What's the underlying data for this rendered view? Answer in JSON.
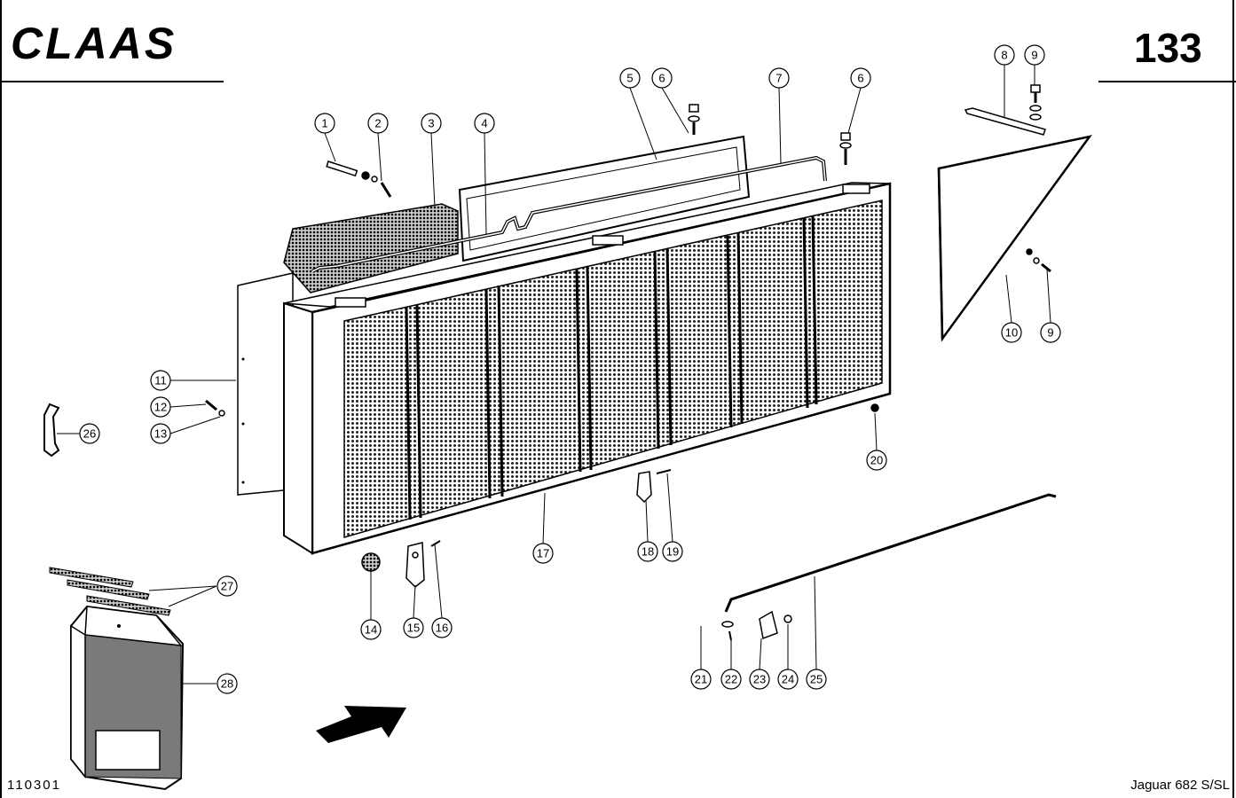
{
  "header": {
    "brand": "CLAAS",
    "page_number": "133"
  },
  "footer": {
    "drawing_number": "110301",
    "model": "Jaguar 682 S/SL"
  },
  "callouts": [
    {
      "n": "1"
    },
    {
      "n": "2"
    },
    {
      "n": "3"
    },
    {
      "n": "4"
    },
    {
      "n": "5"
    },
    {
      "n": "6"
    },
    {
      "n": "6"
    },
    {
      "n": "7"
    },
    {
      "n": "8"
    },
    {
      "n": "9"
    },
    {
      "n": "9"
    },
    {
      "n": "10"
    },
    {
      "n": "11"
    },
    {
      "n": "12"
    },
    {
      "n": "13"
    },
    {
      "n": "14"
    },
    {
      "n": "15"
    },
    {
      "n": "16"
    },
    {
      "n": "17"
    },
    {
      "n": "18"
    },
    {
      "n": "19"
    },
    {
      "n": "20"
    },
    {
      "n": "21"
    },
    {
      "n": "22"
    },
    {
      "n": "23"
    },
    {
      "n": "24"
    },
    {
      "n": "25"
    },
    {
      "n": "26"
    },
    {
      "n": "27"
    },
    {
      "n": "28"
    }
  ]
}
